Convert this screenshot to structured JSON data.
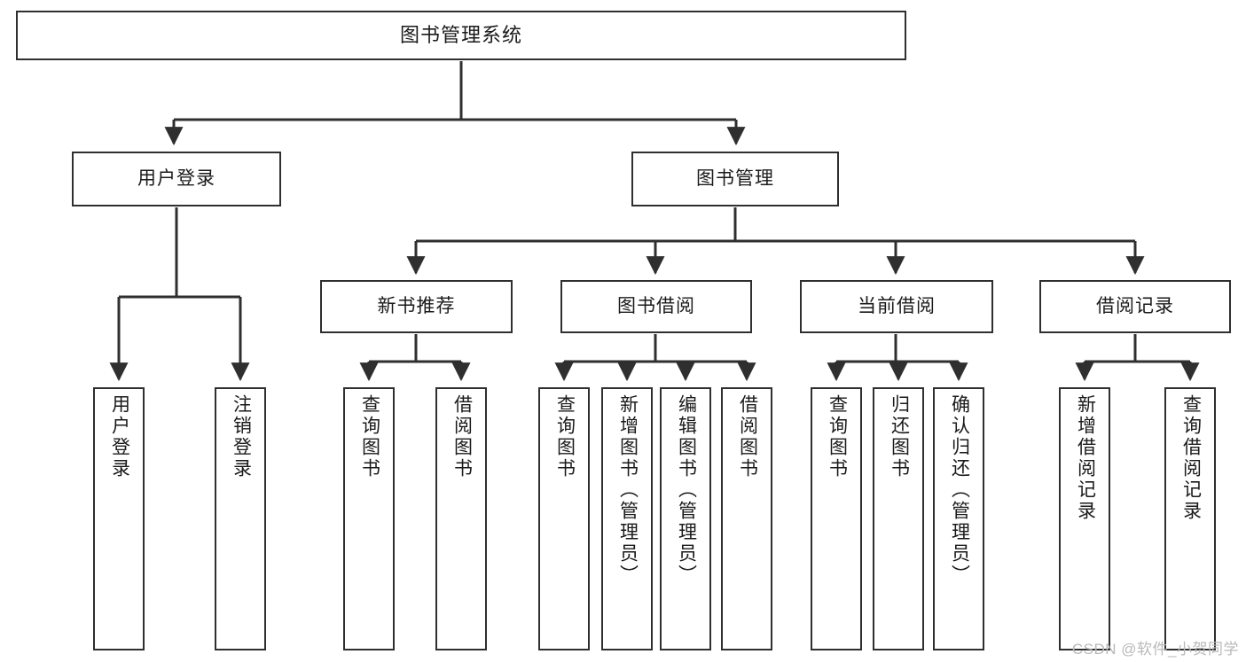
{
  "diagram": {
    "title": "图书管理系统",
    "type": "tree-hierarchy",
    "watermark": "CSDN @软件_小贺同学",
    "colors": {
      "stroke": "#2f2f2f",
      "fill": "#ffffff",
      "text": "#1a1a1a",
      "watermark": "#b9b9b9"
    },
    "levels": {
      "root": {
        "label": "图书管理系统"
      },
      "level2": [
        {
          "id": "user-login",
          "label": "用户登录"
        },
        {
          "id": "book-manage",
          "label": "图书管理"
        }
      ],
      "level3": [
        {
          "id": "new-book-rec",
          "label": "新书推荐"
        },
        {
          "id": "book-borrow",
          "label": "图书借阅"
        },
        {
          "id": "current-borrow",
          "label": "当前借阅"
        },
        {
          "id": "borrow-record",
          "label": "借阅记录"
        }
      ],
      "leaves": [
        {
          "id": "leaf-user-login",
          "label": "用户登录"
        },
        {
          "id": "leaf-logout",
          "label": "注销登录"
        },
        {
          "id": "leaf-query-book-1",
          "label": "查询图书"
        },
        {
          "id": "leaf-borrow-book-1",
          "label": "借阅图书"
        },
        {
          "id": "leaf-query-book-2",
          "label": "查询图书"
        },
        {
          "id": "leaf-add-book",
          "label": "新增图书（管理员）"
        },
        {
          "id": "leaf-edit-book",
          "label": "编辑图书（管理员）"
        },
        {
          "id": "leaf-borrow-book-2",
          "label": "借阅图书"
        },
        {
          "id": "leaf-query-book-3",
          "label": "查询图书"
        },
        {
          "id": "leaf-return-book",
          "label": "归还图书"
        },
        {
          "id": "leaf-confirm-return",
          "label": "确认归还（管理员）"
        },
        {
          "id": "leaf-add-record",
          "label": "新增借阅记录"
        },
        {
          "id": "leaf-query-record",
          "label": "查询借阅记录"
        }
      ]
    }
  }
}
